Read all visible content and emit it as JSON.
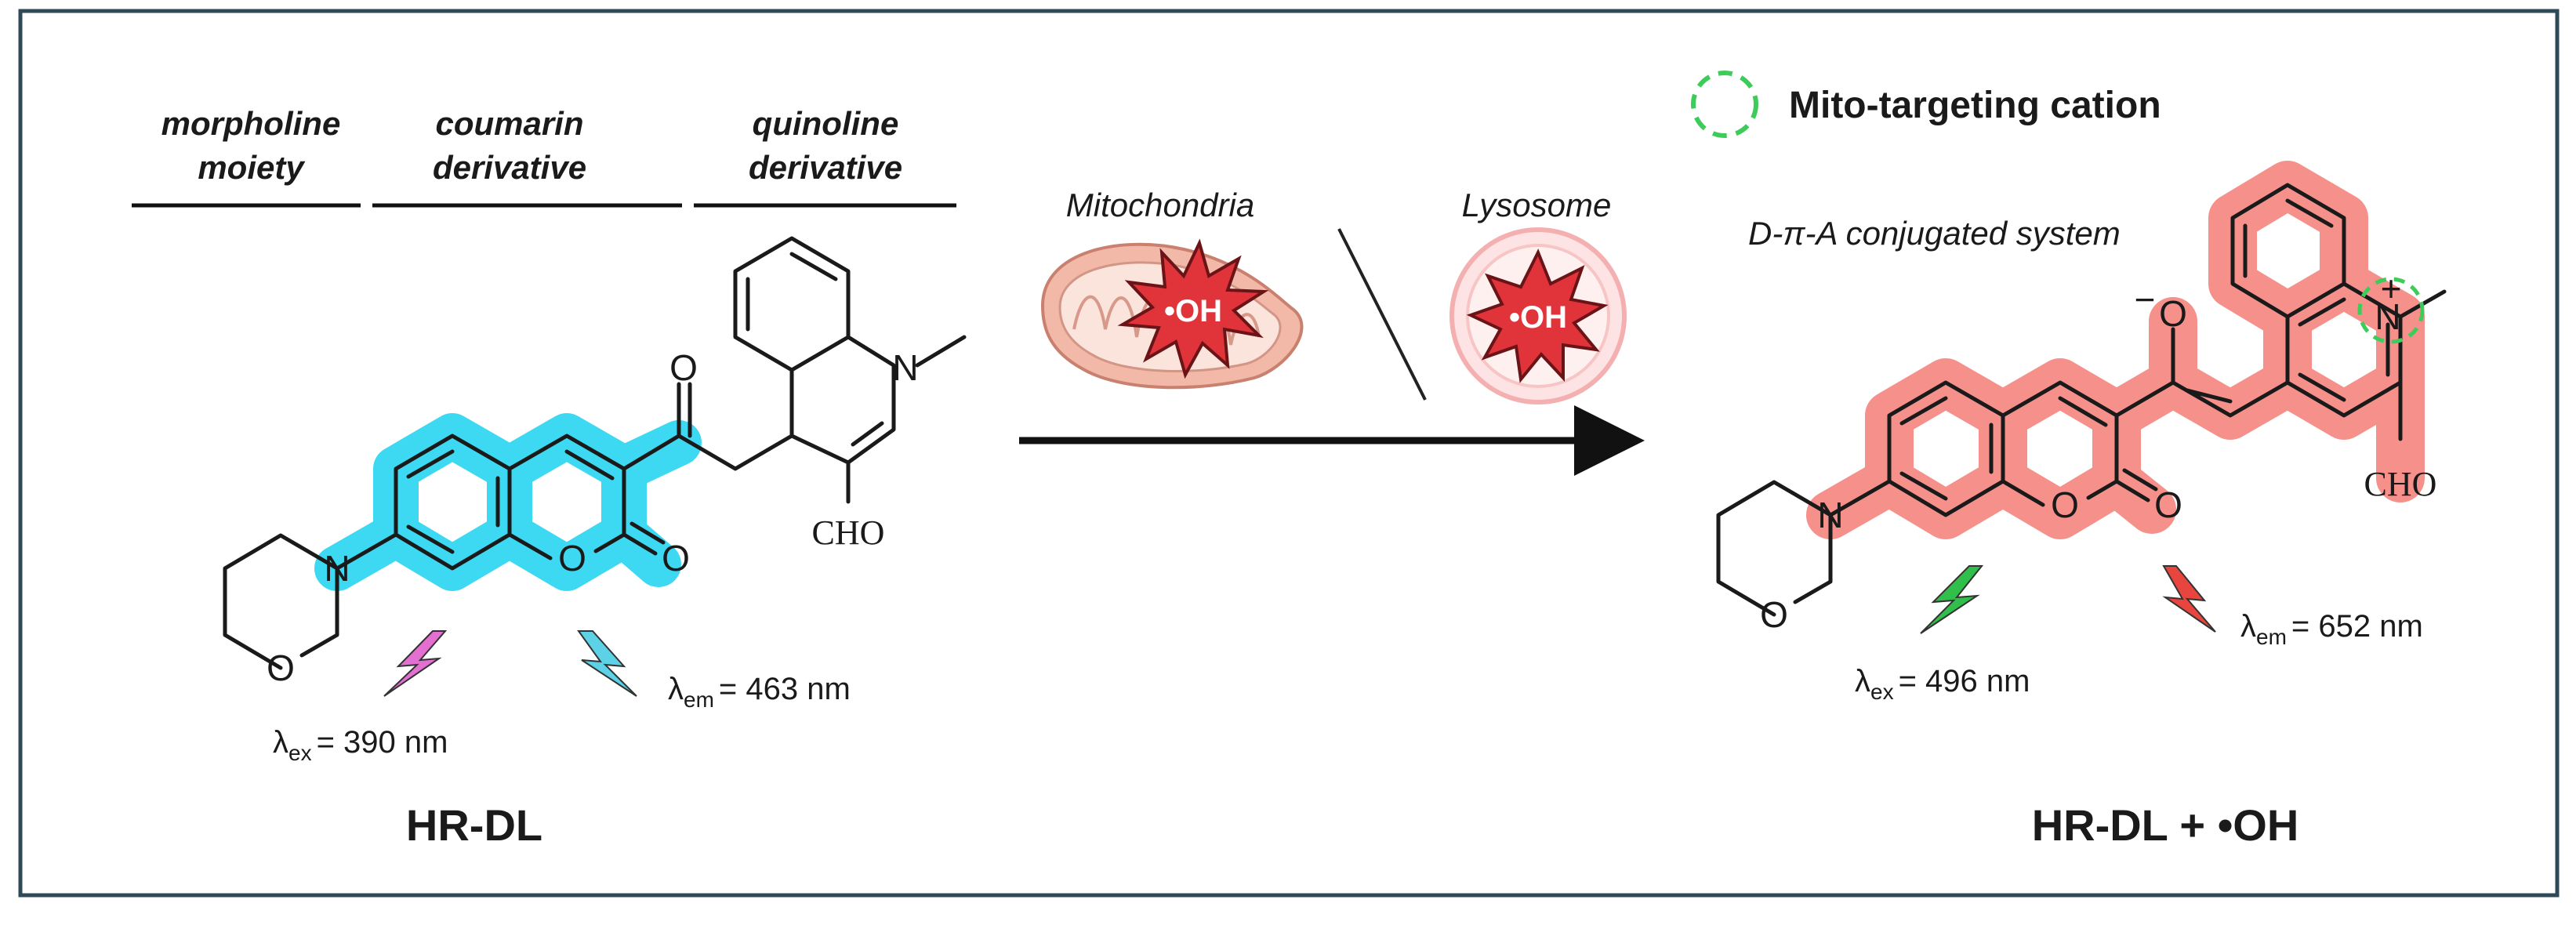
{
  "header": {
    "morpholine_line1": "morpholine",
    "morpholine_line2": "moiety",
    "coumarin_line1": "coumarin",
    "coumarin_line2": "derivative",
    "quinoline_line1": "quinoline",
    "quinoline_line2": "derivative"
  },
  "left_molecule": {
    "name": "HR-DL",
    "atom_o": "O",
    "atom_n": "N",
    "aldehyde": "CHO",
    "lambda_ex_value": "= 390 nm",
    "lambda_em_value": "= 463 nm"
  },
  "reaction": {
    "mitochondria_label": "Mitochondria",
    "lysosome_label": "Lysosome",
    "radical_label": "•OH"
  },
  "right_molecule": {
    "name": "HR-DL + •OH",
    "system_label": "D-π-A conjugated system",
    "atom_o": "O",
    "atom_n": "N",
    "aldehyde": "CHO",
    "minus": "−",
    "plus": "+",
    "lambda_ex_value": "= 496 nm",
    "lambda_em_value": "= 652 nm"
  },
  "symbols": {
    "lambda": "λ",
    "ex_sub": "ex",
    "em_sub": "em"
  },
  "legend": {
    "label": "Mito-targeting cation"
  },
  "colors": {
    "cyan_highlight": "#33d6f0",
    "red_highlight": "#f48a85",
    "border": "#2f4a57",
    "mito_outer": "#f2b9a9",
    "radical_star": "#e0343a",
    "mito_target_circle": "#3dcc5a"
  }
}
